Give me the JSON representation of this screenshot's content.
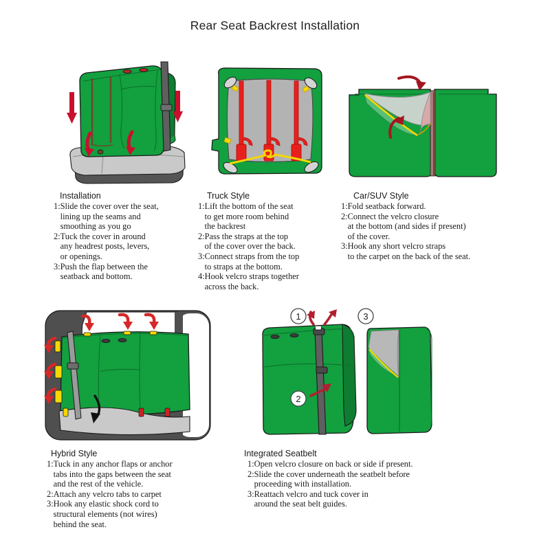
{
  "document": {
    "title": "Rear Seat Backrest Installation"
  },
  "colors": {
    "cover_green": "#13a03f",
    "cover_green_dark": "#0e7d31",
    "cover_green_light": "#4cba6c",
    "seam_brown": "#6b4a2b",
    "arrow_red": "#c8102e",
    "arrow_dark_red": "#a31621",
    "strap_red": "#e8201c",
    "cord_yellow": "#f5d800",
    "gray_light": "#c9c9c9",
    "gray_mid": "#9a9a9a",
    "gray_dark": "#555555",
    "belt_gray": "#5f5f5f",
    "interior_gray": "#4f4f4f",
    "outline": "#1a1a1a",
    "text": "#1a1a1a",
    "background": "#ffffff"
  },
  "panels": [
    {
      "id": "installation",
      "heading": "Installation",
      "figure_name": "seat-backrest-cover-installation-illustration",
      "steps": [
        {
          "num": "1:",
          "lines": "Slide the cover over the seat,\nlining up the seams and\nsmoothing as you go"
        },
        {
          "num": "2:",
          "lines": "Tuck the cover in around\nany headrest posts, levers,\nor openings."
        },
        {
          "num": "3:",
          "lines": "Push the flap between the\nseatback and bottom."
        }
      ]
    },
    {
      "id": "truck-style",
      "heading": "Truck Style",
      "figure_name": "truck-style-strap-back-illustration",
      "steps": [
        {
          "num": "1:",
          "lines": "Lift the bottom of the seat\nto get more room behind\nthe backrest"
        },
        {
          "num": "2:",
          "lines": "Pass the straps at the top\nof the cover over the back."
        },
        {
          "num": "3:",
          "lines": "Connect straps from the top\nto straps at the bottom."
        },
        {
          "num": "4:",
          "lines": " Hook velcro straps together\nacross the back."
        }
      ]
    },
    {
      "id": "car-suv-style",
      "heading": "Car/SUV Style",
      "figure_name": "car-suv-folded-seatback-velcro-illustration",
      "steps": [
        {
          "num": "1:",
          "lines": "Fold seatback forward."
        },
        {
          "num": "2:",
          "lines": "Connect the velcro closure\nat the bottom (and sides if present)\nof the cover."
        },
        {
          "num": "3:",
          "lines": "Hook any short velcro straps\nto the carpet on the back of the seat."
        }
      ]
    },
    {
      "id": "hybrid-style",
      "heading": "Hybrid Style",
      "figure_name": "hybrid-style-rear-bench-anchor-illustration",
      "steps": [
        {
          "num": "1:",
          "lines": "Tuck in any anchor flaps or anchor\ntabs into the gaps between the seat\nand the rest of the vehicle."
        },
        {
          "num": "2:",
          "lines": "Attach any velcro tabs to carpet"
        },
        {
          "num": "3:",
          "lines": "Hook any elastic shock cord to\nstructural elements (not wires)\nbehind the seat."
        }
      ]
    },
    {
      "id": "integrated-seatbelt",
      "heading": "Integrated Seatbelt",
      "figure_name": "integrated-seatbelt-cover-illustration",
      "steps": [
        {
          "num": "1:",
          "lines": "Open velcro closure on back or side if present."
        },
        {
          "num": "2:",
          "lines": "Slide the cover underneath the seatbelt before\nproceeding with installation."
        },
        {
          "num": "3:",
          "lines": "Reattach velcro and tuck cover in\naround the seat belt guides."
        }
      ]
    }
  ],
  "callouts": {
    "step_one": "1",
    "step_two": "2",
    "step_three": "3"
  }
}
